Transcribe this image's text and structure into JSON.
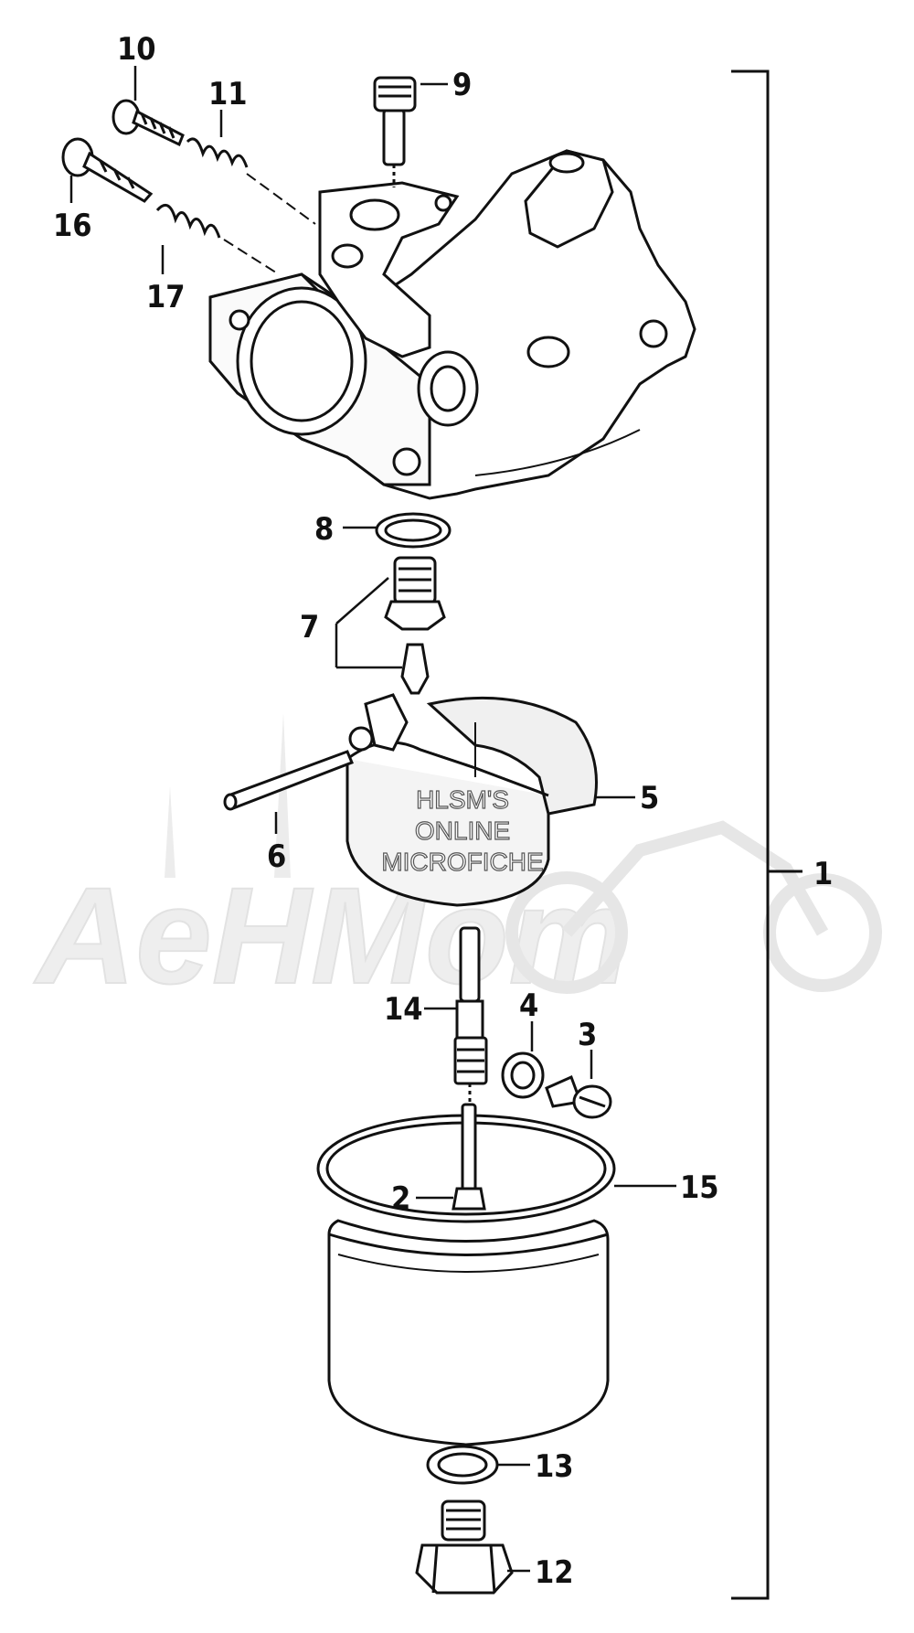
{
  "callouts": {
    "c1": "1",
    "c2": "2",
    "c3": "3",
    "c4": "4",
    "c5": "5",
    "c6": "6",
    "c7": "7",
    "c8": "8",
    "c9": "9",
    "c10": "10",
    "c11": "11",
    "c12": "12",
    "c13": "13",
    "c14": "14",
    "c15": "15",
    "c16": "16",
    "c17": "17"
  },
  "watermark": {
    "line1": "HLSM'S",
    "line2": "ONLINE",
    "line3": "MICROFICHE",
    "logo": "AeHMom"
  }
}
